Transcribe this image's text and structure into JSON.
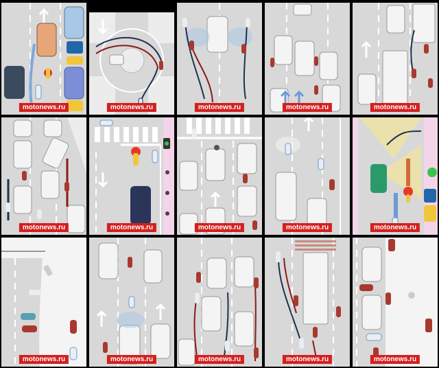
{
  "watermark": "motonews.ru",
  "colors": {
    "asphalt": "#d8d8d8",
    "lane_line": "#ffffff",
    "car_white": "#f4f4f4",
    "car_outline": "#9a9a9a",
    "car_blue": "#7c8fd6",
    "car_yellow": "#f0c63a",
    "car_navy": "#2b355a",
    "car_green": "#2a9a6a",
    "car_slate": "#3b4a5e",
    "moto_red": "#a8392f",
    "moto_white": "#e8eef2",
    "path_red": "#8b1a1a",
    "path_navy": "#1f3050",
    "path_blue": "#6c9ad8",
    "arrow_light": "#f4f4f4",
    "watermark_bg": "#d2201f",
    "frame": "#000000"
  },
  "tiles": [
    {
      "id": "t1",
      "scene": "lane-splitting-between-cars",
      "icons": [
        "car-icon",
        "motorcycle-icon",
        "arrow-icon"
      ]
    },
    {
      "id": "t2",
      "scene": "roundabout-paths",
      "icons": [
        "roundabout-icon",
        "motorcycle-icon",
        "path-icon"
      ]
    },
    {
      "id": "t3",
      "scene": "two-riders-passing-car",
      "icons": [
        "car-icon",
        "motorcycle-icon",
        "path-icon"
      ]
    },
    {
      "id": "t4",
      "scene": "crowded-parking-lane",
      "icons": [
        "car-icon",
        "motorcycle-icon",
        "arrow-icon"
      ]
    },
    {
      "id": "t5",
      "scene": "passing-truck",
      "icons": [
        "truck-icon",
        "car-icon",
        "motorcycle-icon"
      ]
    },
    {
      "id": "t6",
      "scene": "merging-traffic",
      "icons": [
        "car-icon",
        "motorcycle-icon",
        "path-icon"
      ]
    },
    {
      "id": "t7",
      "scene": "crosswalk-traffic-light",
      "icons": [
        "crosswalk-icon",
        "traffic-light-icon",
        "car-icon"
      ]
    },
    {
      "id": "t8",
      "scene": "intersection-queue",
      "icons": [
        "crosswalk-icon",
        "car-icon",
        "motorcycle-icon"
      ]
    },
    {
      "id": "t9",
      "scene": "open-road-riders",
      "icons": [
        "car-icon",
        "motorcycle-icon",
        "arrow-icon"
      ]
    },
    {
      "id": "t10",
      "scene": "headlight-visibility-junction",
      "icons": [
        "car-icon",
        "headlight-cone-icon",
        "motorcycle-icon"
      ]
    },
    {
      "id": "t11",
      "scene": "curve-riders",
      "icons": [
        "road-curve-icon",
        "motorcycle-icon"
      ]
    },
    {
      "id": "t12",
      "scene": "blind-spot-car",
      "icons": [
        "car-icon",
        "motorcycle-icon",
        "arrow-icon"
      ]
    },
    {
      "id": "t13",
      "scene": "lane-filtering-traffic",
      "icons": [
        "car-icon",
        "motorcycle-icon",
        "path-icon"
      ]
    },
    {
      "id": "t14",
      "scene": "truck-swerve-paths",
      "icons": [
        "truck-icon",
        "motorcycle-icon",
        "path-icon"
      ]
    },
    {
      "id": "t15",
      "scene": "car-door-zone",
      "icons": [
        "car-icon",
        "motorcycle-icon",
        "path-icon"
      ]
    }
  ]
}
